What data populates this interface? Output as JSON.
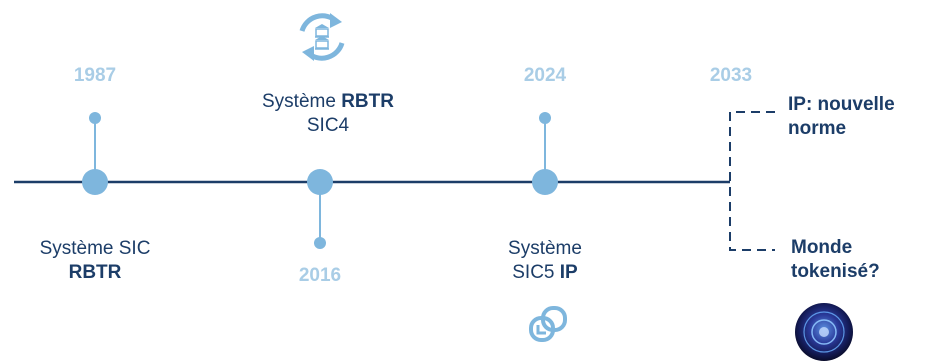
{
  "colors": {
    "navy": "#1c3d68",
    "light_blue": "#a9cde6",
    "mid_blue": "#7eb6dd"
  },
  "milestones": [
    {
      "year": "1987",
      "label_line1": "Système SIC",
      "label_bold": "RBTR",
      "position": "above-year"
    },
    {
      "year": "2016",
      "label_line1_prefix": "Système ",
      "label_line1_bold": "RBTR",
      "label_line2": "SIC4",
      "icon": "bank-sync-icon"
    },
    {
      "year": "2024",
      "label_line1": "Système",
      "label_line2_prefix": "SIC5 ",
      "label_line2_bold": "IP",
      "icon": "clock-link-icon"
    },
    {
      "year": "2033"
    }
  ],
  "future": [
    {
      "line1": "IP: nouvelle",
      "line2": "norme"
    },
    {
      "line1": "Monde",
      "line2": "tokenisé?",
      "icon": "token-orb-icon"
    }
  ]
}
